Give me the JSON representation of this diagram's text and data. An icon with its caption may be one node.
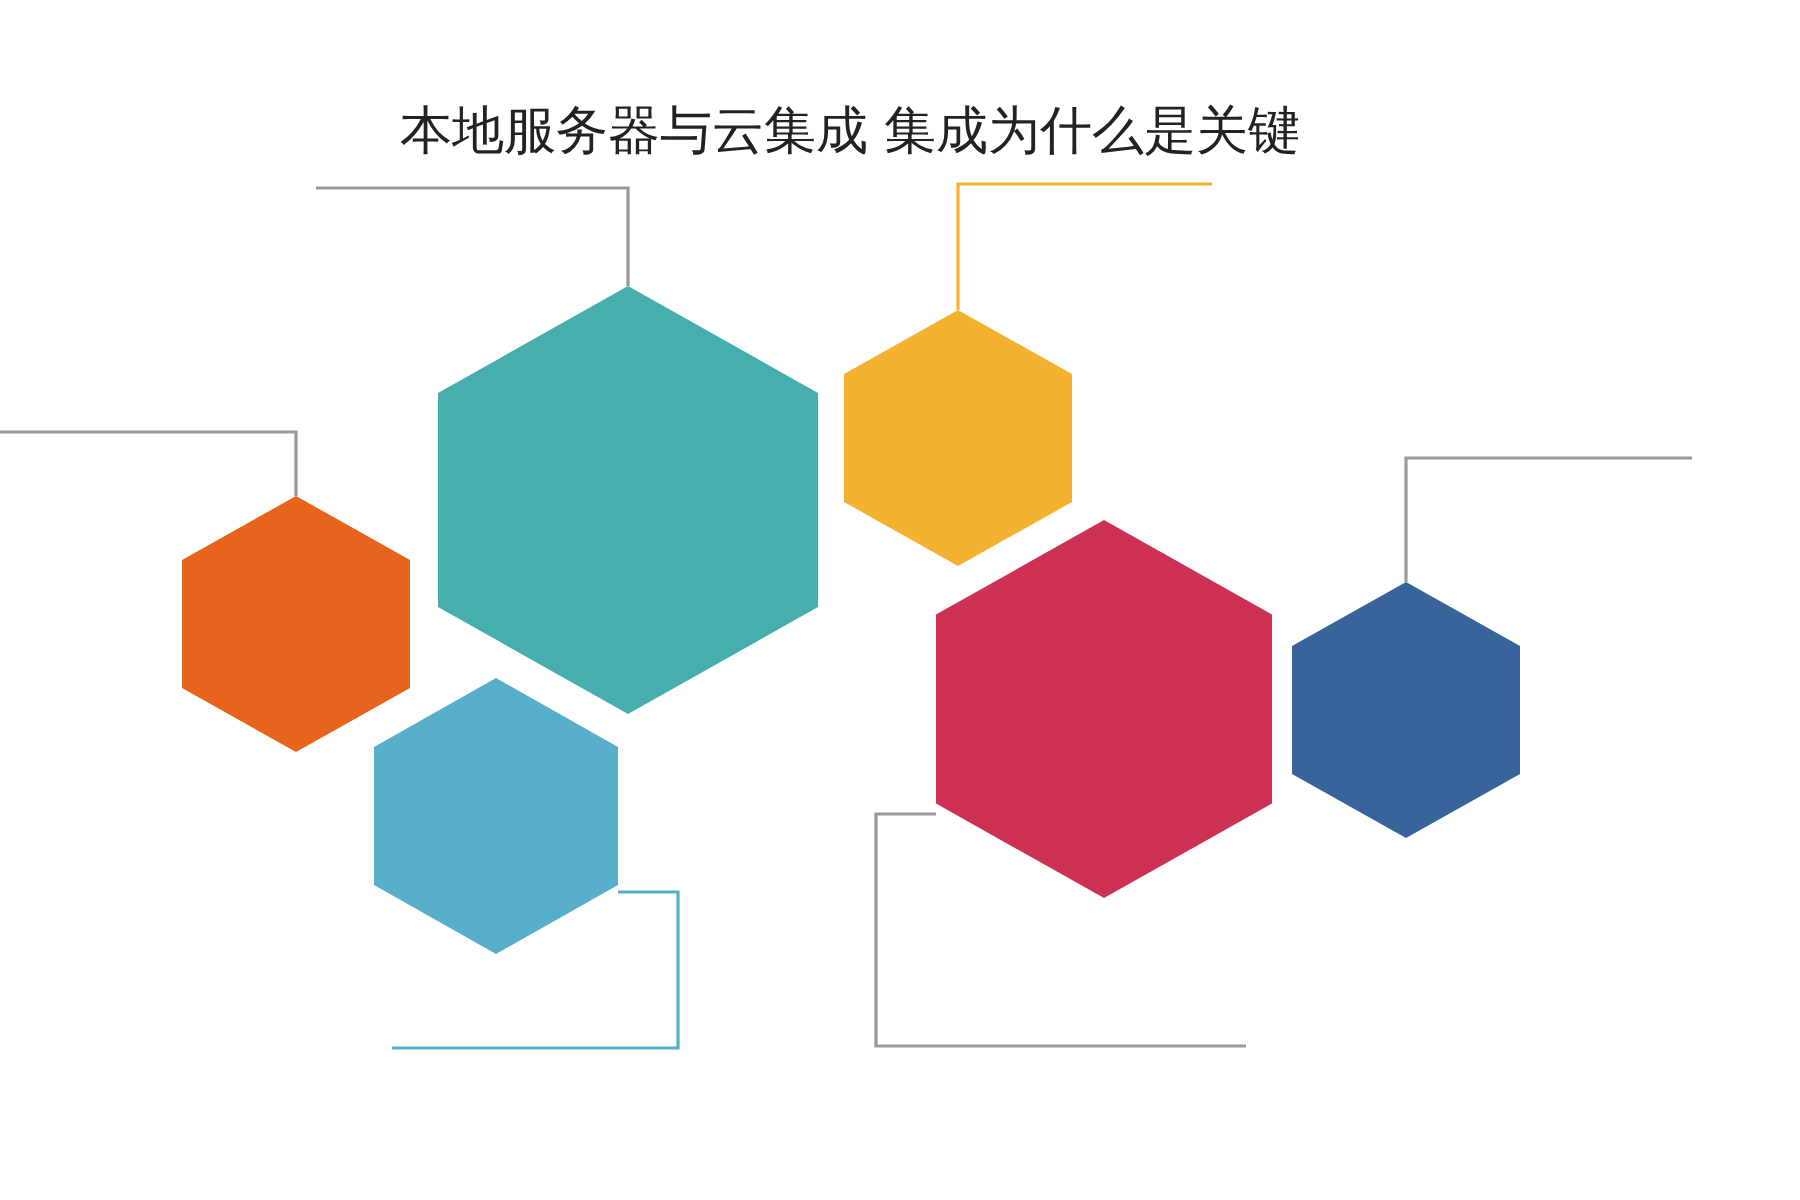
{
  "diagram": {
    "title": "本地服务器与云集成 集成为什么是关键",
    "nodes": [
      {
        "text": [],
        "shape": "hexagon"
      },
      {
        "text": [],
        "shape": "hexagon"
      },
      {
        "text": [],
        "shape": "hexagon"
      },
      {
        "text": [],
        "shape": "hexagon"
      },
      {
        "text": [],
        "shape": "hexagon"
      },
      {
        "text": [],
        "shape": "hexagon"
      }
    ],
    "edges": [
      {
        "from": null,
        "to": 0,
        "arrow": "none"
      },
      {
        "from": null,
        "to": 1,
        "arrow": "none"
      },
      {
        "from": null,
        "to": 2,
        "arrow": "none",
        "color": "#f4b231"
      },
      {
        "from": null,
        "to": 3,
        "arrow": "none",
        "color": "#57aec9"
      },
      {
        "from": null,
        "to": 4,
        "arrow": "none"
      },
      {
        "from": null,
        "to": 5,
        "arrow": "none"
      }
    ]
  }
}
